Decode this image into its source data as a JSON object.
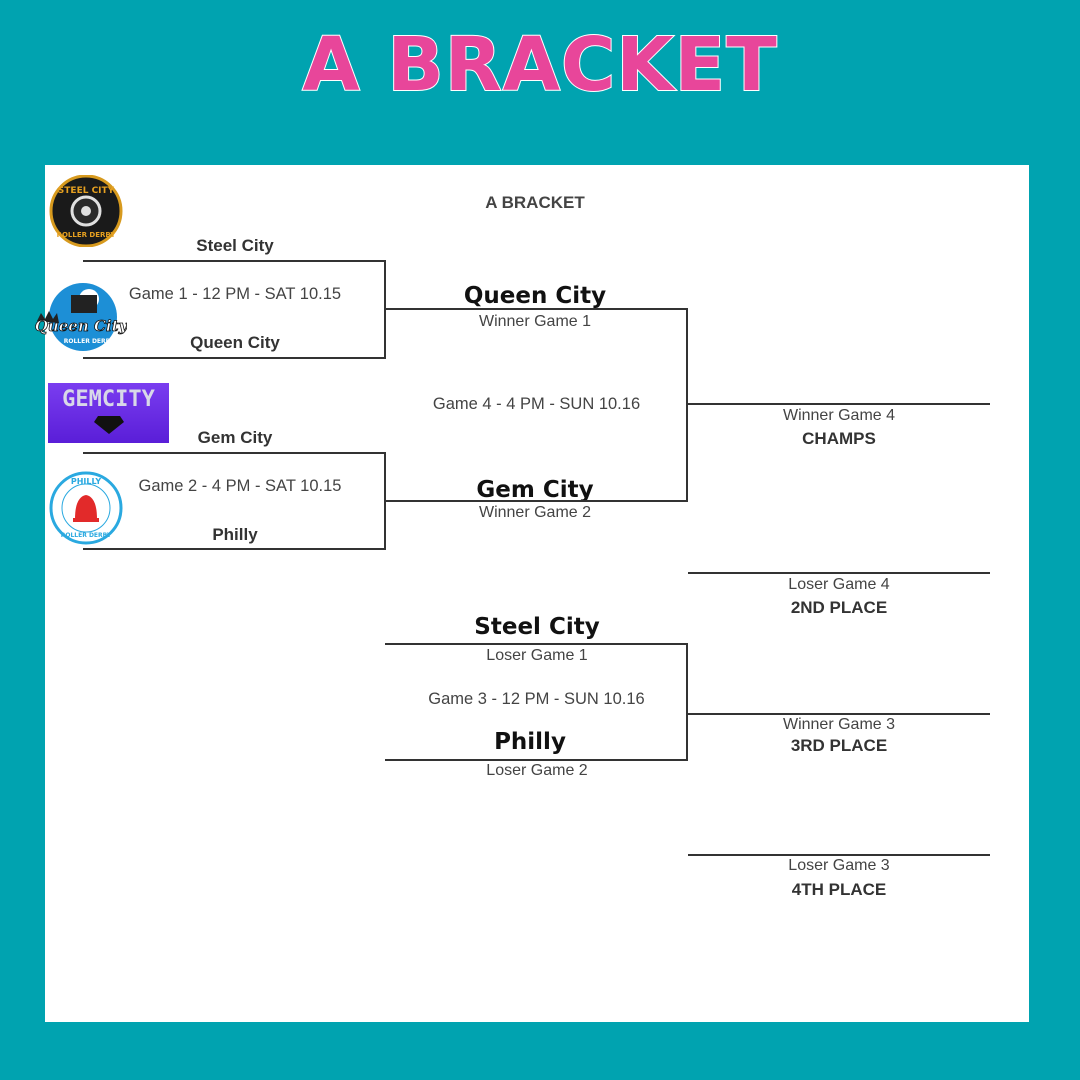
{
  "header": {
    "title": "A BRACKET"
  },
  "bracket": {
    "title": "A BRACKET",
    "game1": {
      "team_top": "Steel City",
      "label": "Game 1 - 12 PM - SAT 10.15",
      "team_bottom": "Queen City"
    },
    "game2": {
      "team_top": "Gem City",
      "label": "Game 2 - 4 PM - SAT 10.15",
      "team_bottom": "Philly"
    },
    "game4": {
      "top_team": "Queen City",
      "top_sub": "Winner Game 1",
      "label": "Game 4 - 4 PM - SUN 10.16",
      "bottom_team": "Gem City",
      "bottom_sub": "Winner Game 2"
    },
    "game3": {
      "top_team": "Steel City",
      "top_sub": "Loser Game 1",
      "label": "Game 3 - 12 PM - SUN 10.16",
      "bottom_team": "Philly",
      "bottom_sub": "Loser Game 2"
    },
    "results": {
      "champs": {
        "sub": "Winner Game 4",
        "place": "CHAMPS"
      },
      "second": {
        "sub": "Loser Game 4",
        "place": "2ND PLACE"
      },
      "third": {
        "sub": "Winner Game 3",
        "place": "3RD PLACE"
      },
      "fourth": {
        "sub": "Loser Game 3",
        "place": "4TH PLACE"
      }
    }
  },
  "logos": {
    "steel_city": {
      "icon": "steel-city-roller-derby-logo",
      "text_top": "STEEL CITY",
      "text_bottom": "ROLLER DERBY"
    },
    "queen_city": {
      "icon": "queen-city-roller-derby-logo",
      "text": "Queen City",
      "sub": "ROLLER DERBY"
    },
    "gem_city": {
      "icon": "gem-city-logo",
      "text": "GEMCITY"
    },
    "philly": {
      "icon": "philly-roller-derby-logo",
      "text_top": "PHILLY",
      "text_bottom": "ROLLER DERBY"
    }
  },
  "colors": {
    "background": "#00a3b0",
    "title": "#e8469a",
    "panel": "#ffffff"
  }
}
